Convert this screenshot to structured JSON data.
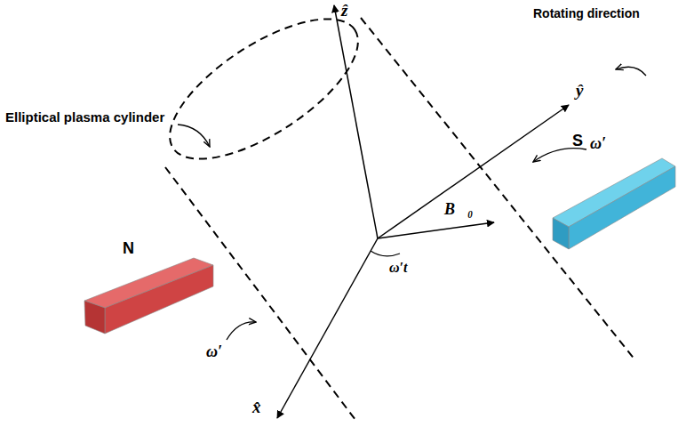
{
  "diagram": {
    "nodes": [
      {
        "text": [
          "N"
        ]
      },
      {
        "text": [
          "S"
        ]
      }
    ],
    "labels": [
      "Elliptical plasma cylinder",
      "Rotating direction",
      "ẑ",
      "ŷ",
      "x̂",
      "B⃗₀",
      "ω′t",
      "ω′",
      "ω′"
    ]
  }
}
